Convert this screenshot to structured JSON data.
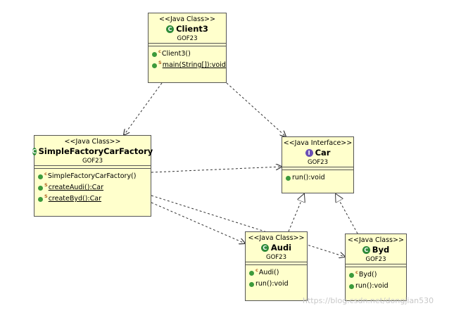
{
  "boxes": {
    "client3": {
      "stereotype": "<<Java Class>>",
      "name": "Client3",
      "package": "GOF23",
      "members": [
        {
          "marker": "c",
          "text": "Client3()"
        },
        {
          "marker": "S",
          "text": "main(String[]):void"
        }
      ]
    },
    "factory": {
      "stereotype": "<<Java Class>>",
      "name": "SimpleFactoryCarFactory",
      "package": "GOF23",
      "members": [
        {
          "marker": "c",
          "text": "SimpleFactoryCarFactory()"
        },
        {
          "marker": "S",
          "text": "createAudi():Car"
        },
        {
          "marker": "S",
          "text": "createByd():Car"
        }
      ]
    },
    "car": {
      "stereotype": "<<Java Interface>>",
      "name": "Car",
      "package": "GOF23",
      "members": [
        {
          "text": "run():void"
        }
      ]
    },
    "audi": {
      "stereotype": "<<Java Class>>",
      "name": "Audi",
      "package": "GOF23",
      "members": [
        {
          "marker": "c",
          "text": "Audi()"
        },
        {
          "text": "run():void"
        }
      ]
    },
    "byd": {
      "stereotype": "<<Java Class>>",
      "name": "Byd",
      "package": "GOF23",
      "members": [
        {
          "marker": "c",
          "text": "Byd()"
        },
        {
          "text": "run():void"
        }
      ]
    }
  },
  "watermark": "https://blog.csdn.net/dongjian530"
}
